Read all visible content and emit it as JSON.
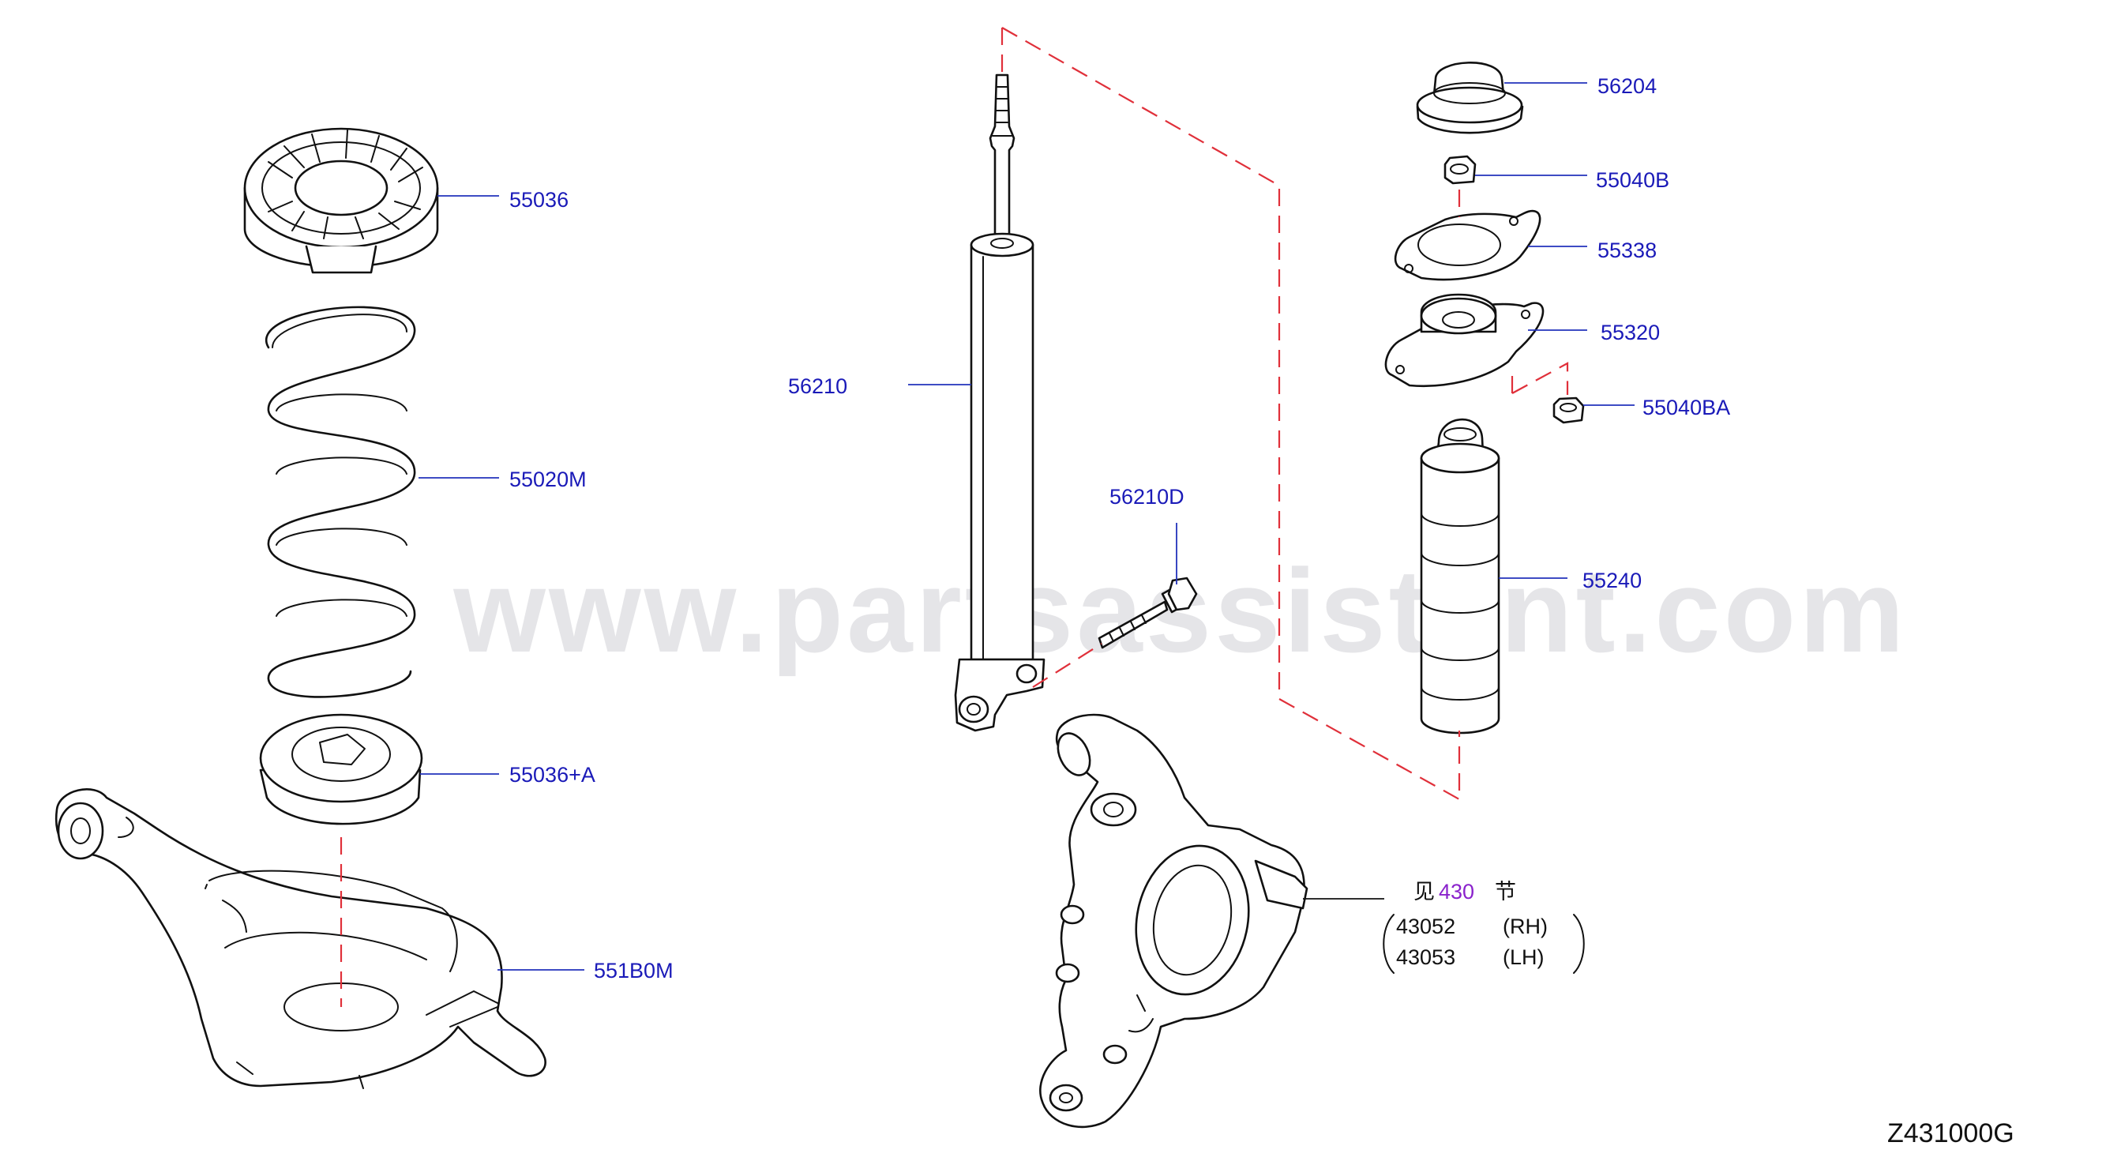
{
  "diagram": {
    "watermark": "www.partsassistant.com",
    "drawing_code": "Z431000G",
    "callouts": [
      {
        "id": "55036",
        "label": "55036"
      },
      {
        "id": "55020M",
        "label": "55020M"
      },
      {
        "id": "55036A",
        "label": "55036+A"
      },
      {
        "id": "551B0M",
        "label": "551B0M"
      },
      {
        "id": "56210",
        "label": "56210"
      },
      {
        "id": "56210D",
        "label": "56210D"
      },
      {
        "id": "56204",
        "label": "56204"
      },
      {
        "id": "55040B",
        "label": "55040B"
      },
      {
        "id": "55338",
        "label": "55338"
      },
      {
        "id": "55320",
        "label": "55320"
      },
      {
        "id": "55040BA",
        "label": "55040BA"
      },
      {
        "id": "55240",
        "label": "55240"
      }
    ],
    "reference": {
      "see_prefix": "见",
      "section_number": "430",
      "section_suffix": "节",
      "items": [
        {
          "part": "43052",
          "side": "(RH)"
        },
        {
          "part": "43053",
          "side": "(LH)"
        }
      ]
    }
  },
  "colors": {
    "label_blue": "#1a1ab8",
    "dashed_red": "#e0303a",
    "reference_purple": "#8a22cc"
  }
}
